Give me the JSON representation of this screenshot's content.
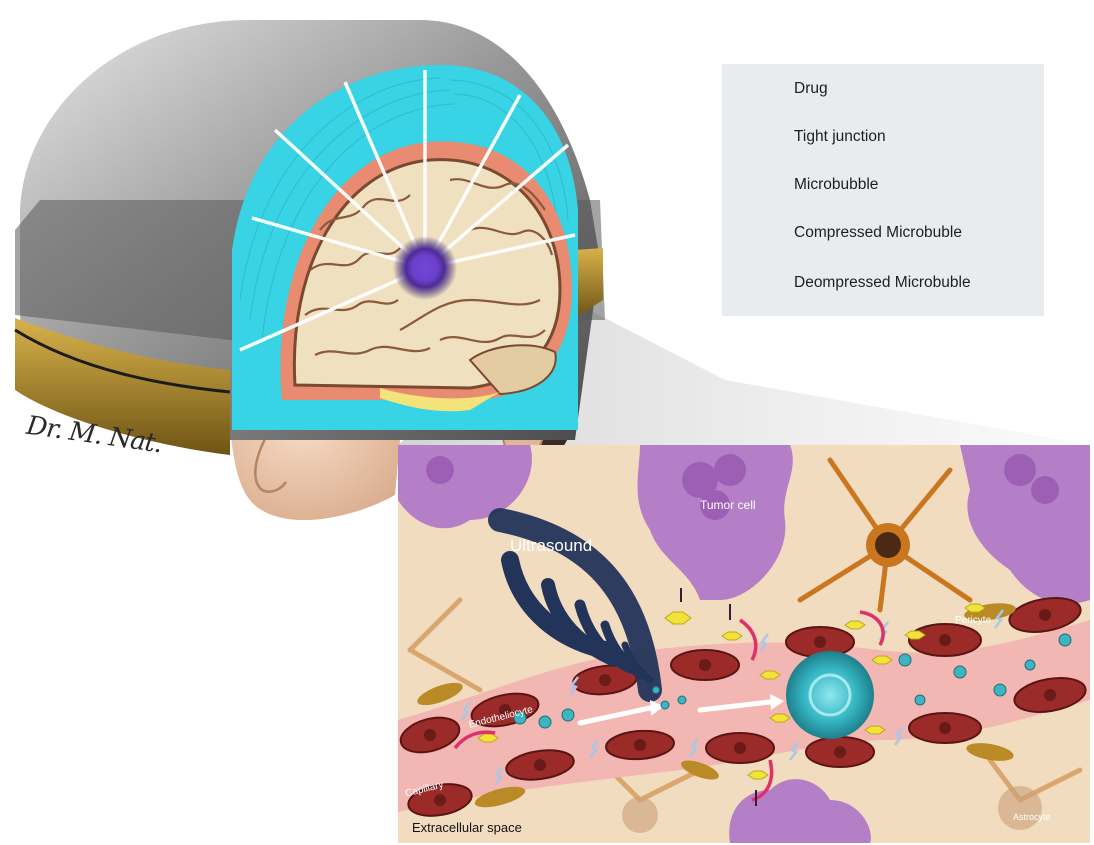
{
  "legend": {
    "items": [
      {
        "label": "Drug",
        "icon": "drug-hexagon-icon"
      },
      {
        "label": "Tight junction",
        "icon": "tight-junction-icon"
      },
      {
        "label": "Microbubble",
        "icon": "microbubble-icon"
      },
      {
        "label": "Compressed Microbuble",
        "icon": "compressed-microbubble-icon"
      },
      {
        "label": "Deompressed Microbuble",
        "icon": "decompressed-microbubble-icon"
      }
    ]
  },
  "signature": "Dr. M. Nat.",
  "panel": {
    "ultrasound": "Ultrasound",
    "tumor_cell": "Tumor cell",
    "pericyte": "Pericyte",
    "endotheliocyte": "Endotheliocyte",
    "capillary": "Capillary",
    "extracellular_space": "Extracellular space",
    "astrocyte": "Astrocyte"
  },
  "colors": {
    "drug": "#f2e23a",
    "microbubble": "#3fb3c0",
    "tumor": "#b57fc7",
    "capillary": "#f2b7b2",
    "endothelial_cell": "#9a2b28",
    "astrocyte": "#c9761e",
    "pericyte": "#b98a25",
    "helmet": "#8c8c8c",
    "cooling_layer": "#38d3e4",
    "background_tissue": "#f2dcc0"
  }
}
